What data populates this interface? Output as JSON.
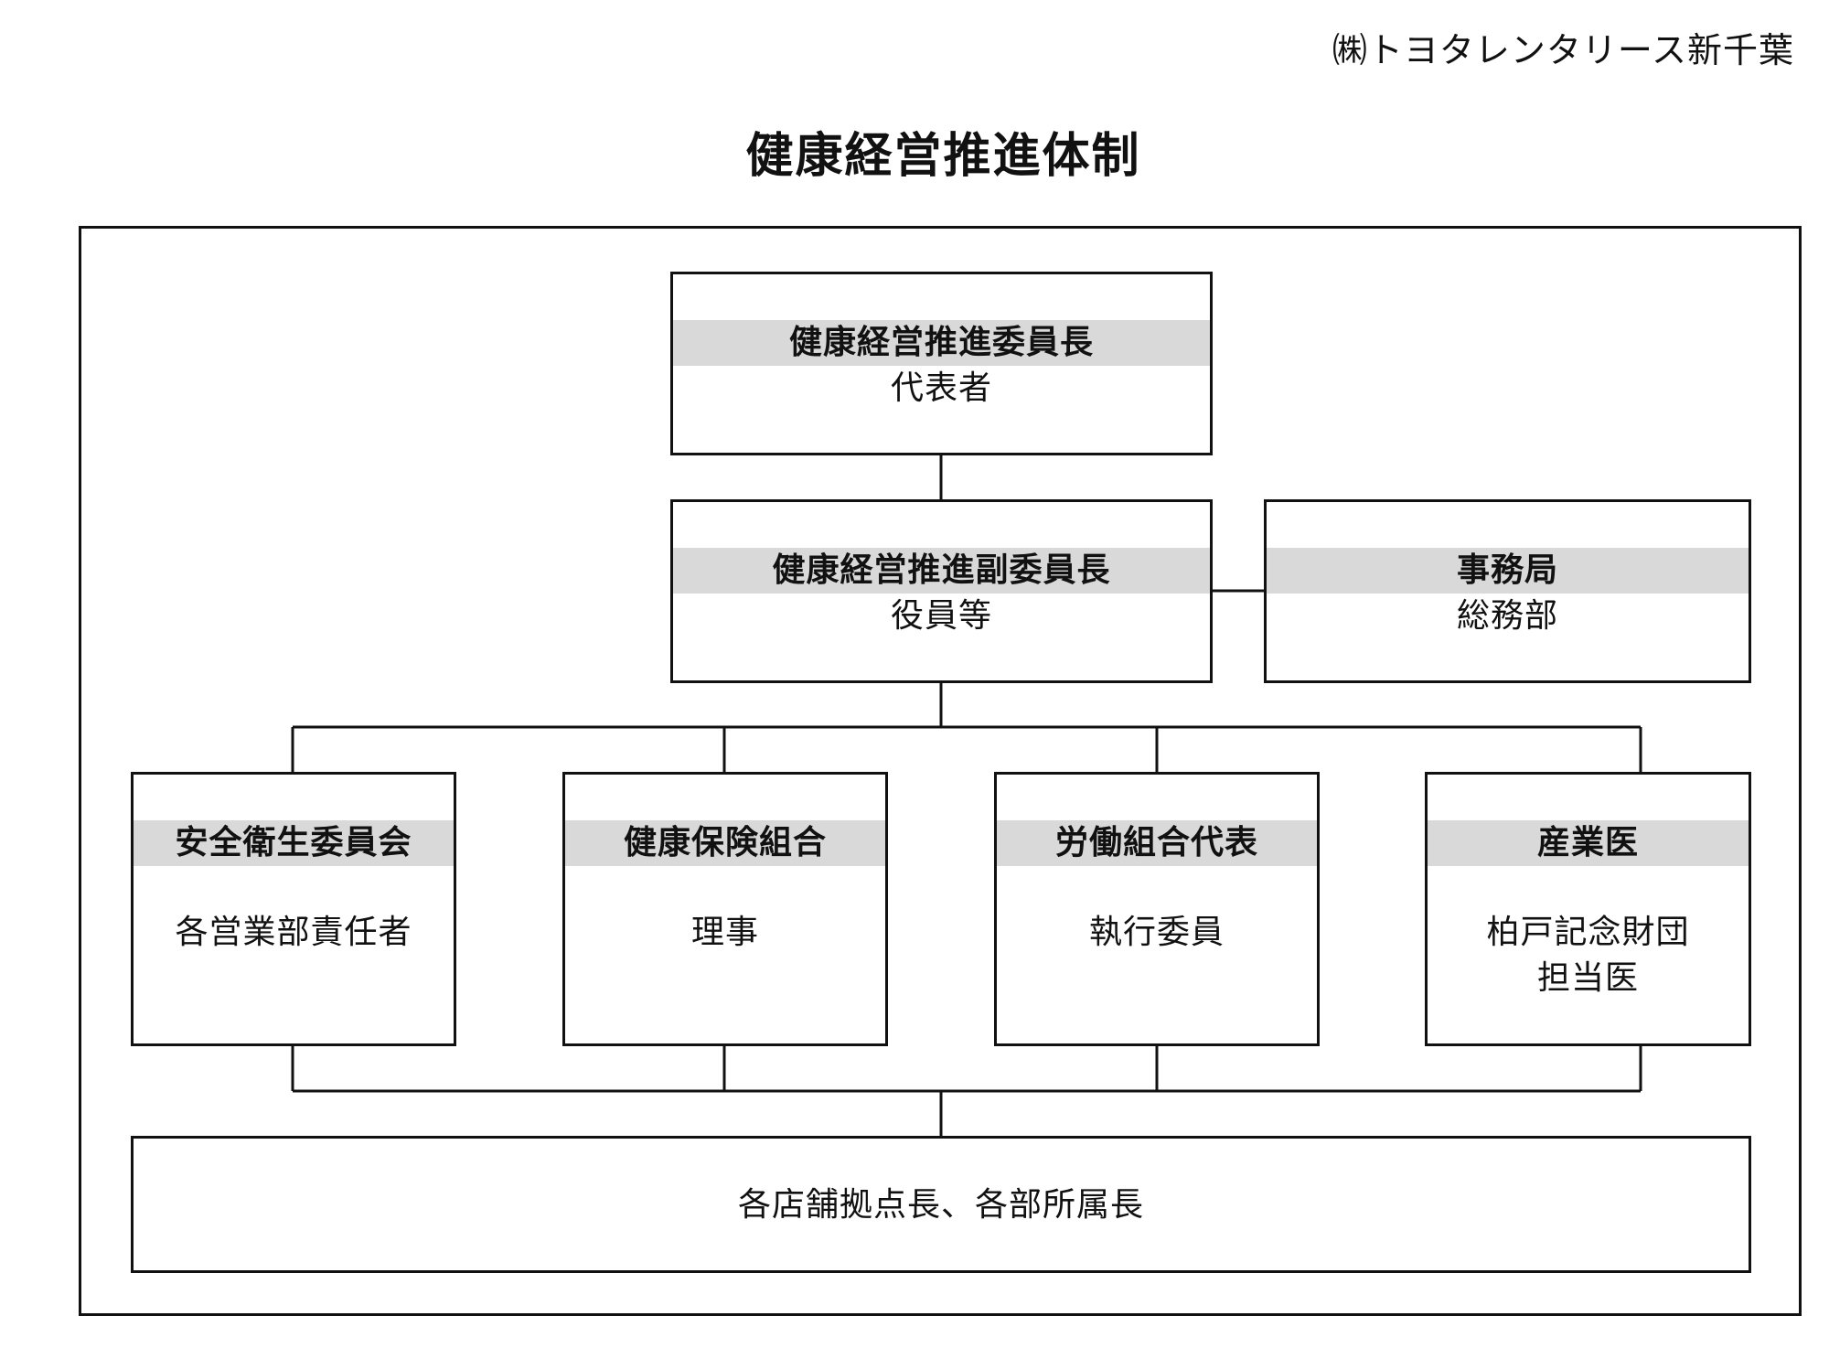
{
  "company": "㈱トヨタレンタリース新千葉",
  "title": "健康経営推進体制",
  "chair": {
    "role": "健康経営推進委員長",
    "member": "代表者"
  },
  "vice_chair": {
    "role": "健康経営推進副委員長",
    "member": "役員等"
  },
  "secretariat": {
    "role": "事務局",
    "member": "総務部"
  },
  "groups": [
    {
      "role": "安全衛生委員会",
      "member": "各営業部責任者"
    },
    {
      "role": "健康保険組合",
      "member": "理事"
    },
    {
      "role": "労働組合代表",
      "member": "執行委員"
    },
    {
      "role": "産業医",
      "member_lines": [
        "柏戸記念財団",
        "担当医"
      ]
    }
  ],
  "base": {
    "label": "各店舗拠点長、各部所属長"
  }
}
